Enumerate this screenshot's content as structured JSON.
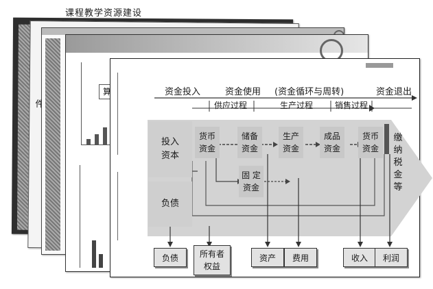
{
  "page": {
    "title": "课程教学资源建设"
  },
  "diagram": {
    "top_labels": [
      "资金投入",
      "资金使用",
      "(资金循环与周转)",
      "资金退出"
    ],
    "process_labels": [
      "供应过程",
      "生产过程",
      "销售过程"
    ],
    "left_boxes": [
      "投入资本",
      "负债"
    ],
    "flow_boxes": [
      {
        "line1": "货币",
        "line2": "资金"
      },
      {
        "line1": "储备",
        "line2": "资金"
      },
      {
        "line1": "生产",
        "line2": "资金"
      },
      {
        "line1": "成品",
        "line2": "资金"
      },
      {
        "line1": "货币",
        "line2": "资金"
      }
    ],
    "fixed_box": {
      "line1": "固 定",
      "line2": "资金"
    },
    "tax_label": "缴纳税金等",
    "outputs": [
      "负债",
      "所有者权益",
      "资产",
      "费用",
      "收入",
      "利润"
    ]
  },
  "slide_fragments": {
    "calc_char": "算",
    "side_char": "件"
  },
  "colors": {
    "arrow_fill": "#d0d0d0",
    "box_fill": "#c8c8c8",
    "line": "#333333"
  }
}
